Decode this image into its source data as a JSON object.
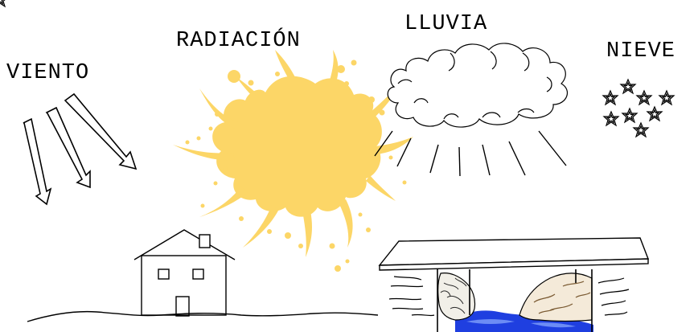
{
  "labels": {
    "wind": "VIENTO",
    "radiation": "RADIACIÓN",
    "rain": "LLUVIA",
    "snow": "NIEVE"
  },
  "colors": {
    "sun": "#fcd667",
    "water": "#1f3fe0",
    "water_light": "#6c8cf5",
    "rock_fill": "#f4ead9",
    "rock_stroke": "#7a5a32",
    "line": "#000000"
  },
  "icons": {
    "wind": "wind-arrows-icon",
    "sun": "sun-splash-icon",
    "cloud": "rain-cloud-icon",
    "snow": "snowflake-stars-icon",
    "house": "house-icon",
    "bridge": "bridge-icon"
  }
}
